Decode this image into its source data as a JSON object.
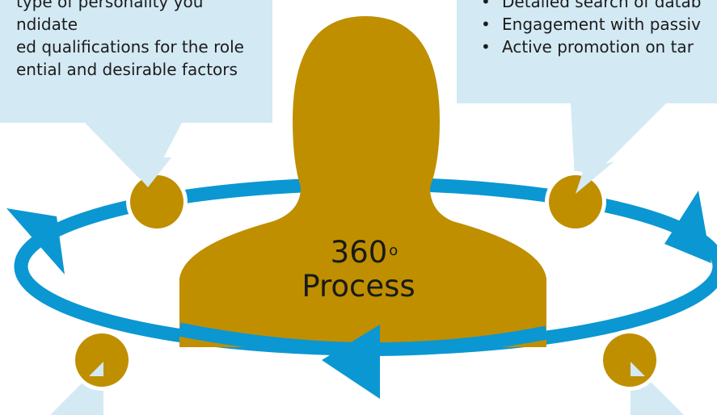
{
  "colors": {
    "callout": "#d3e9f4",
    "ring": "#0b97d2",
    "person": "#bf8f00",
    "node": "#bf8f00"
  },
  "left_callout": {
    "lines": [
      "type of personality you",
      "ndidate",
      "ed qualifications for the role",
      "ential and desirable factors"
    ]
  },
  "right_callout": {
    "items": [
      "Detailed search of datab",
      "Engagement with passiv",
      "Active promotion on tar"
    ]
  },
  "center": {
    "number": "360",
    "degree": "o",
    "word": "Process"
  }
}
